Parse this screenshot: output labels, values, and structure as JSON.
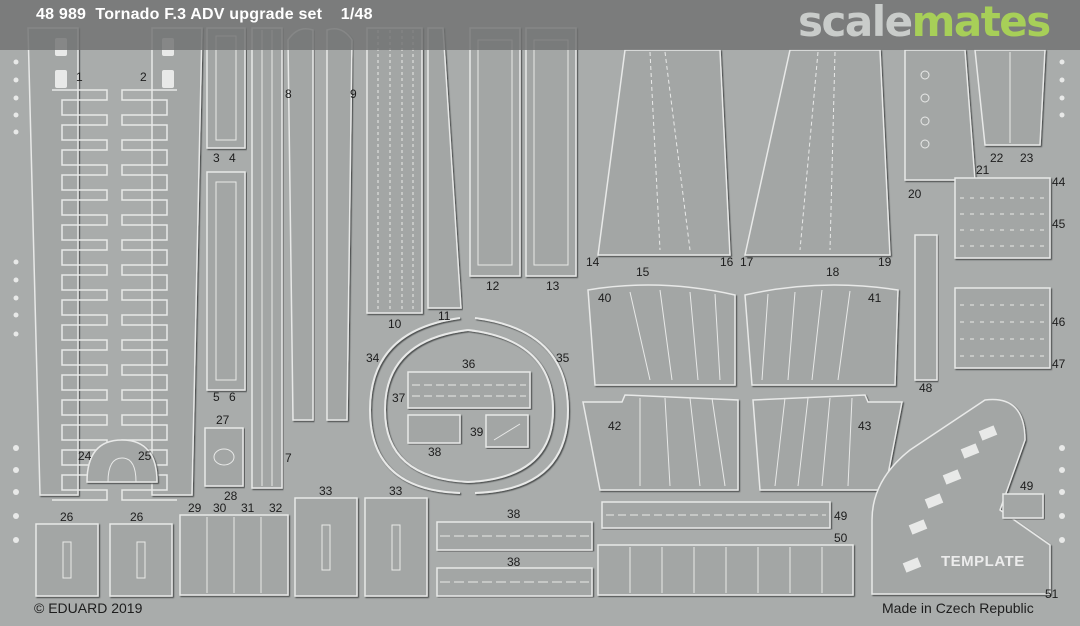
{
  "header": {
    "title": "48 989  Tornado F.3 ADV upgrade set    1/48",
    "logo_scale": "scale",
    "logo_mates": "mates"
  },
  "footer": {
    "copyright": "© EDUARD 2019",
    "made_in": "Made in Czech Republic"
  },
  "template_label": "TEMPLATE",
  "part_numbers": [
    "1",
    "2",
    "3",
    "4",
    "5",
    "6",
    "7",
    "8",
    "9",
    "10",
    "11",
    "12",
    "13",
    "14",
    "15",
    "16",
    "17",
    "18",
    "19",
    "20",
    "21",
    "22",
    "23",
    "24",
    "25",
    "26",
    "26",
    "27",
    "28",
    "29",
    "30",
    "31",
    "32",
    "33",
    "33",
    "34",
    "35",
    "36",
    "37",
    "38",
    "38",
    "38",
    "39",
    "40",
    "41",
    "42",
    "43",
    "44",
    "45",
    "46",
    "47",
    "48",
    "49",
    "49",
    "50",
    "51"
  ],
  "colors": {
    "fret_background": "#a9acab",
    "part_fill": "#a3a6a5",
    "part_outline": "#3b3d3c",
    "part_highlight": "#e8e9e8",
    "header_band": "#707271",
    "logo_green": "#a7cf58"
  }
}
